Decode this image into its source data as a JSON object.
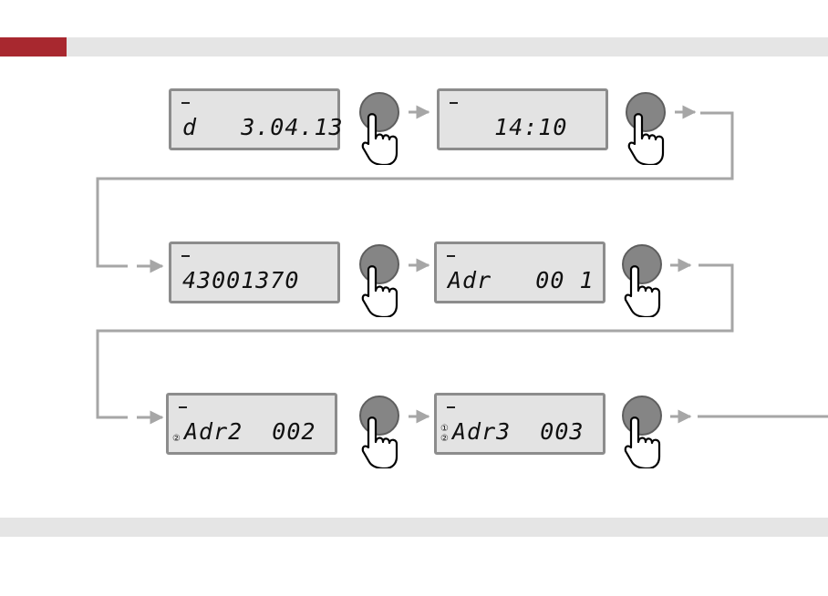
{
  "style": {
    "accent": "#a8282f",
    "band": "#e5e5e5",
    "lcd_bg": "#e3e3e3",
    "line": "#a6a6a6"
  },
  "rows": [
    {
      "displays": [
        {
          "text": "d   3.04.13",
          "marks": []
        },
        {
          "text": "   14:10",
          "marks": []
        }
      ]
    },
    {
      "displays": [
        {
          "text": "43001370",
          "marks": []
        },
        {
          "text": "Adr   00 1",
          "marks": []
        }
      ]
    },
    {
      "displays": [
        {
          "text": "Adr2  002",
          "marks": [
            "②"
          ]
        },
        {
          "text": "Adr3  003",
          "marks": [
            "①",
            "②"
          ]
        }
      ]
    }
  ],
  "button_icon": "finger-press-button-icon",
  "arrow_icon": "arrow-right-icon"
}
